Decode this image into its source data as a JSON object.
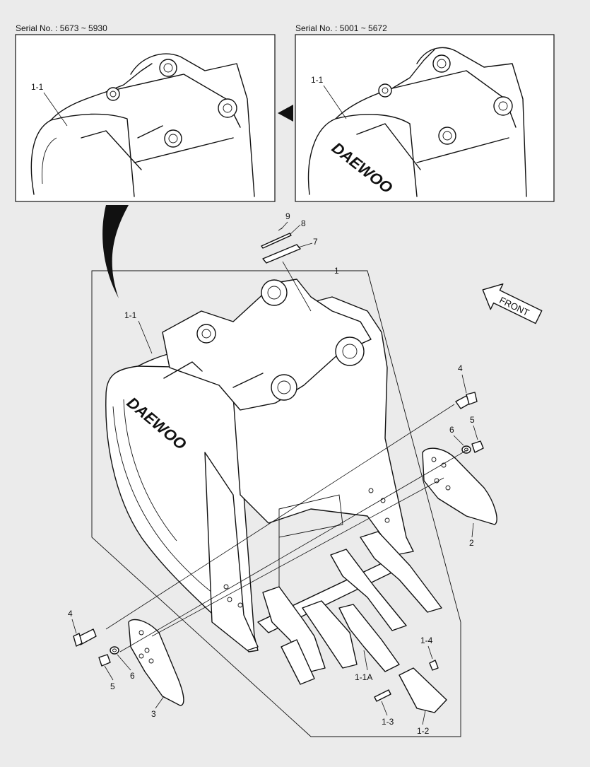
{
  "insets": [
    {
      "serial_label": "Serial No. : 5673 ~ 5930",
      "callout": "1-1"
    },
    {
      "serial_label": "Serial No. : 5001 ~ 5672",
      "callout": "1-1",
      "logo": "DAEWOO"
    }
  ],
  "main": {
    "logo": "DAEWOO",
    "front_label": "FRONT"
  },
  "callouts": {
    "c1": "1",
    "c1_1": "1-1",
    "c1_1a": "1-1A",
    "c1_2": "1-2",
    "c1_3": "1-3",
    "c1_4": "1-4",
    "c2": "2",
    "c3": "3",
    "c4_right": "4",
    "c4_left": "4",
    "c5_right": "5",
    "c5_left": "5",
    "c6_right": "6",
    "c6_left": "6",
    "c7": "7",
    "c8": "8",
    "c9": "9"
  }
}
